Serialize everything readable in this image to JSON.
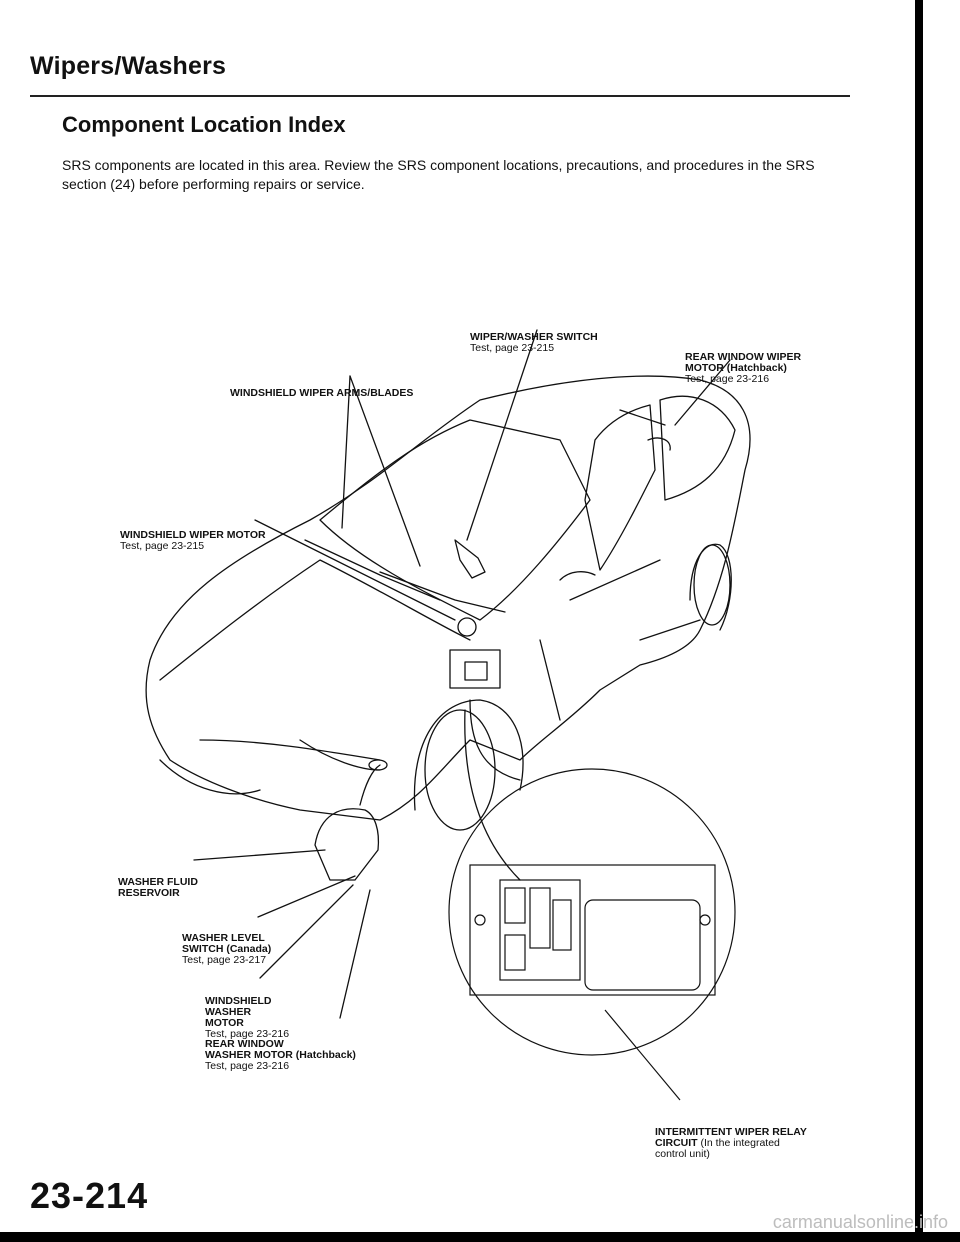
{
  "header": {
    "title": "Wipers/Washers",
    "section_title": "Component Location Index",
    "intro": "SRS components are located in this area. Review the SRS component locations, precautions, and procedures in the SRS section (24) before performing repairs or service."
  },
  "labels": {
    "wiper_switch": {
      "name": "WIPER/WASHER SWITCH",
      "sub": "Test, page 23-215"
    },
    "rear_wiper_motor": {
      "name1": "REAR WINDOW WIPER",
      "name2": "MOTOR (Hatchback)",
      "sub": "Test, page 23-216"
    },
    "wiper_arms": {
      "name": "WINDSHIELD WIPER ARMS/BLADES"
    },
    "wiper_motor": {
      "name": "WINDSHIELD WIPER MOTOR",
      "sub": "Test, page 23-215"
    },
    "fluid_reservoir": {
      "name1": "WASHER FLUID",
      "name2": "RESERVOIR"
    },
    "level_switch": {
      "name1": "WASHER LEVEL",
      "name2": "SWITCH (Canada)",
      "sub": "Test, page 23-217"
    },
    "washer_motor": {
      "name1": "WINDSHIELD",
      "name2": "WASHER",
      "name3": "MOTOR",
      "sub": "Test, page 23-216"
    },
    "rear_washer_motor": {
      "name1": "REAR WINDOW",
      "name2": "WASHER MOTOR (Hatchback)",
      "sub": "Test, page 23-216"
    },
    "relay_circuit": {
      "name1": "INTERMITTENT WIPER RELAY",
      "name2": "CIRCUIT",
      "sub2": " (In the integrated",
      "sub3": "control unit)"
    }
  },
  "footer": {
    "page_number": "23-214",
    "watermark": "carmanualsonline.info"
  }
}
